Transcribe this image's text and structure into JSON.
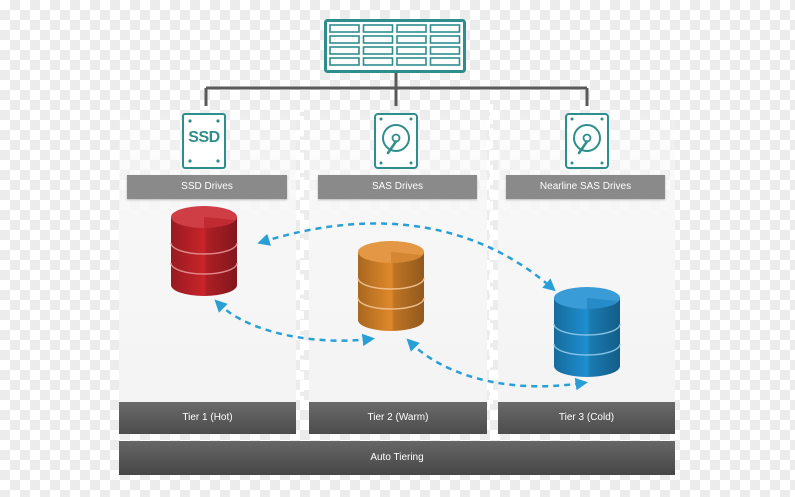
{
  "diagram": {
    "storage_controller_icon": "table-grid-icon",
    "tiers": [
      {
        "drive_type": "SSD Drives",
        "tier_label": "Tier 1 (Hot)",
        "icon": "ssd-icon",
        "icon_text": "SSD",
        "color": "#c9242b"
      },
      {
        "drive_type": "SAS Drives",
        "tier_label": "Tier 2 (Warm)",
        "icon": "hard-disk-icon",
        "color": "#e0892b"
      },
      {
        "drive_type": "Nearline SAS Drives",
        "tier_label": "Tier 3 (Cold)",
        "icon": "hard-disk-icon",
        "color": "#1e8fd0"
      }
    ],
    "footer_label": "Auto Tiering",
    "accent_color": "#2e8d8d",
    "arrow_color": "#2a9fd6"
  }
}
